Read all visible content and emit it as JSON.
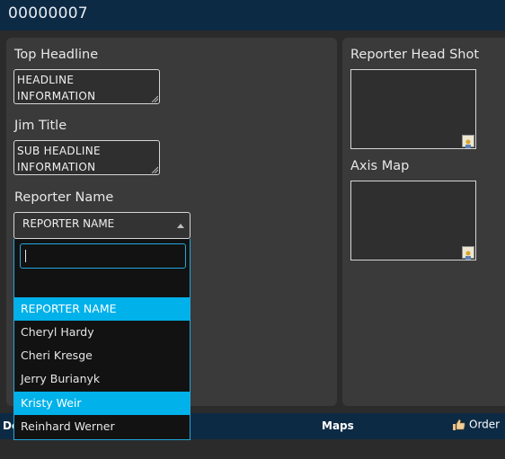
{
  "window": {
    "title": "00000007"
  },
  "form": {
    "top_headline": {
      "label": "Top Headline",
      "line1": "HEADLINE",
      "line2": "INFORMATION"
    },
    "jim_title": {
      "label": "Jim Title",
      "line1": "SUB HEADLINE",
      "line2": "INFORMATION"
    },
    "reporter_name": {
      "label": "Reporter Name",
      "selected": "REPORTER NAME",
      "search_value": ""
    },
    "reporter_head_shot": {
      "label": "Reporter Head Shot"
    },
    "axis_map": {
      "label": "Axis Map"
    }
  },
  "dropdown": {
    "options": [
      {
        "label": "REPORTER NAME",
        "highlighted": true
      },
      {
        "label": "Cheryl Hardy",
        "highlighted": false
      },
      {
        "label": "Cheri Kresge",
        "highlighted": false
      },
      {
        "label": "Jerry Burianyk",
        "highlighted": false
      },
      {
        "label": "Kristy Weir",
        "highlighted": true
      },
      {
        "label": "Reinhard Werner",
        "highlighted": false
      }
    ]
  },
  "bottom_bar": {
    "left_label": "De",
    "maps_label": "Maps",
    "order_label": "Order",
    "order_icon": "thumbs-up-icon"
  },
  "colors": {
    "titlebar": "#0d2a45",
    "panel": "#3a3a3a",
    "accent": "#00b1ea"
  }
}
